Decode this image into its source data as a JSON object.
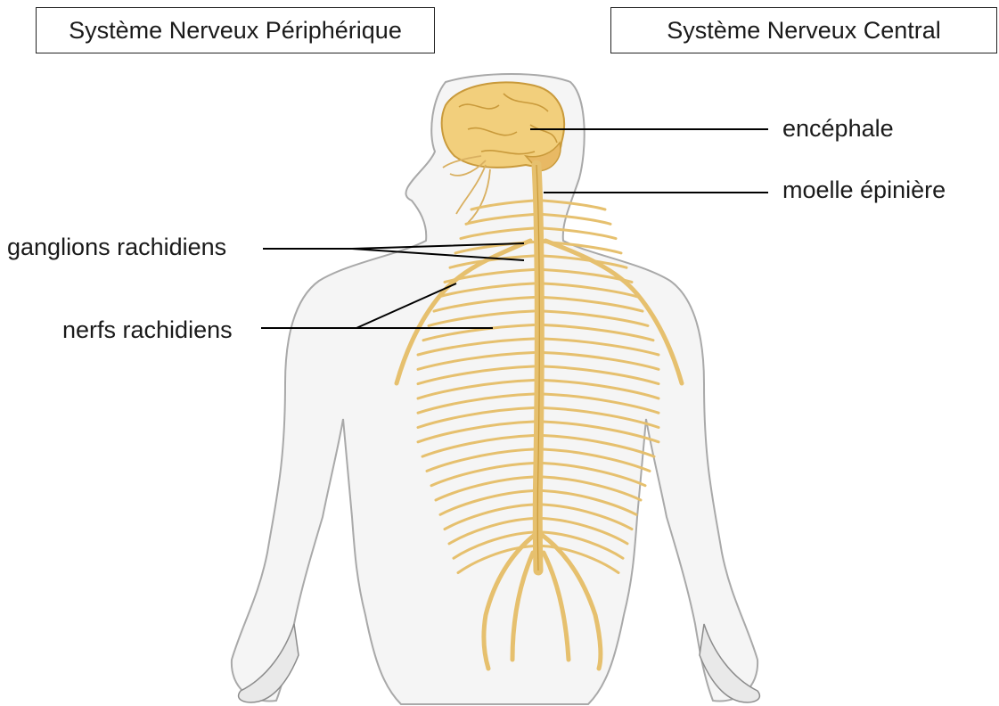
{
  "headers": {
    "peripheral": "Système Nerveux Périphérique",
    "central": "Système Nerveux Central"
  },
  "labels": {
    "encephale": "encéphale",
    "moelle": "moelle épinière",
    "ganglions": "ganglions rachidiens",
    "nerfs": "nerfs rachidiens"
  },
  "colors": {
    "nerve": "#e6c06e",
    "nerve_dark": "#c99a3b",
    "brain": "#f2cf7c",
    "skin": "#f6f6f6",
    "skin_outline": "#a9a9a9"
  }
}
